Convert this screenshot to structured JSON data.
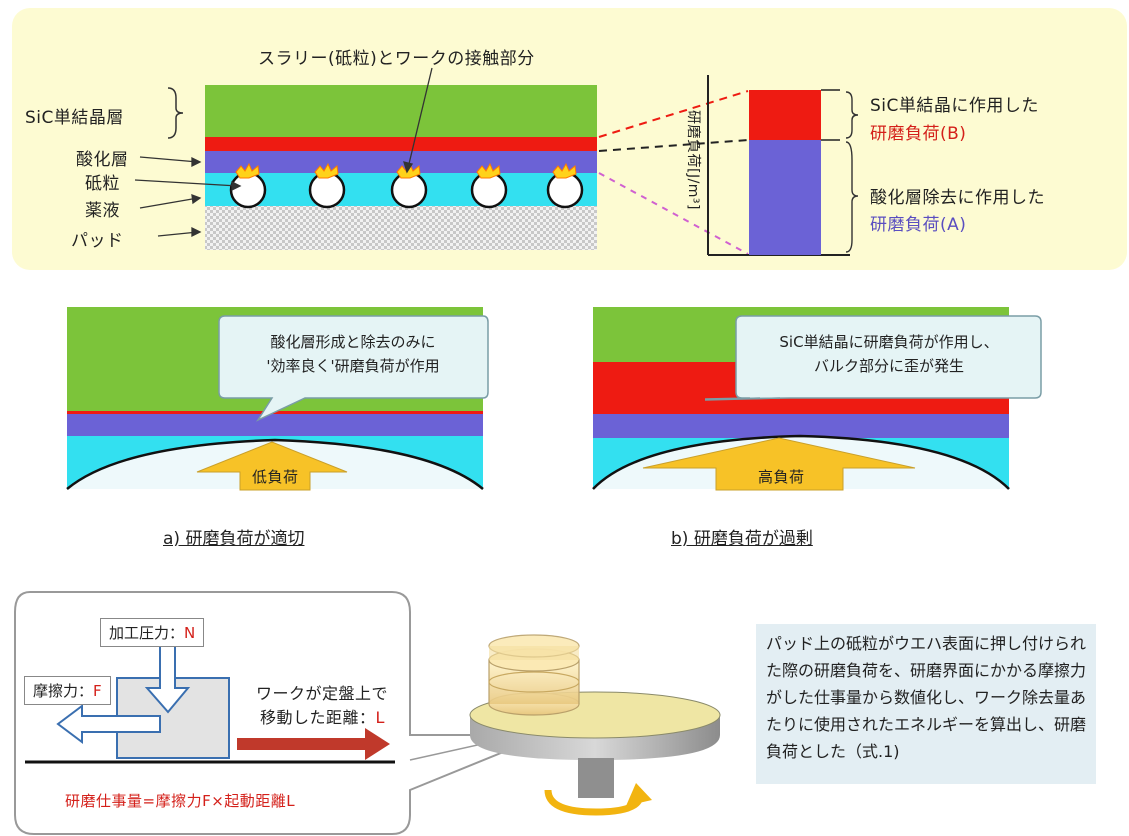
{
  "top_panel": {
    "contact_label": "スラリー(砥粒)とワークの接触部分",
    "sic_layer_label": "SiC単結晶層",
    "oxide_layer_label": "酸化層",
    "abrasive_label": "砥粒",
    "chemical_label": "薬液",
    "pad_label": "パッド",
    "y_axis_label": "研磨負荷[J/m³]",
    "legend_b_line1": "SiC単結晶に作用した",
    "legend_b_line2": "研磨負荷(B)",
    "legend_a_line1": "酸化層除去に作用した",
    "legend_a_line2": "研磨負荷(A)"
  },
  "panel_a": {
    "bubble_line1": "酸化層形成と除去のみに",
    "bubble_line2": "'効率良く'研磨負荷が作用",
    "arrow_label": "低負荷",
    "caption": "a) 研磨負荷が適切"
  },
  "panel_b": {
    "bubble_line1": "SiC単結晶に研磨負荷が作用し、",
    "bubble_line2": "バルク部分に歪が発生",
    "arrow_label": "高負荷",
    "caption": "b) 研磨負荷が過剰"
  },
  "bottom_panel": {
    "pressure_label": "加工圧力：",
    "pressure_symbol": "N",
    "friction_label": "摩擦力：",
    "friction_symbol": "F",
    "distance_line1": "ワークが定盤上で",
    "distance_line2": "移動した距離：",
    "distance_symbol": "L",
    "formula": "研磨仕事量=摩擦力F×起動距離L",
    "note": "パッド上の砥粒がウエハ表面に押し付けられた際の研磨負荷を、研磨界面にかかる摩擦力がした仕事量から数値化し、ワーク除去量あたりに使用されたエネルギーを算出し、研磨負荷とした（式.1)"
  },
  "colors": {
    "sic_green": "#7cc43a",
    "oxide_red": "#ee1b12",
    "oxide_blue": "#6b62d6",
    "chemical_cyan": "#33e0f0",
    "background_cream": "#fdfbd2",
    "arrow_orange": "#f7c227"
  }
}
